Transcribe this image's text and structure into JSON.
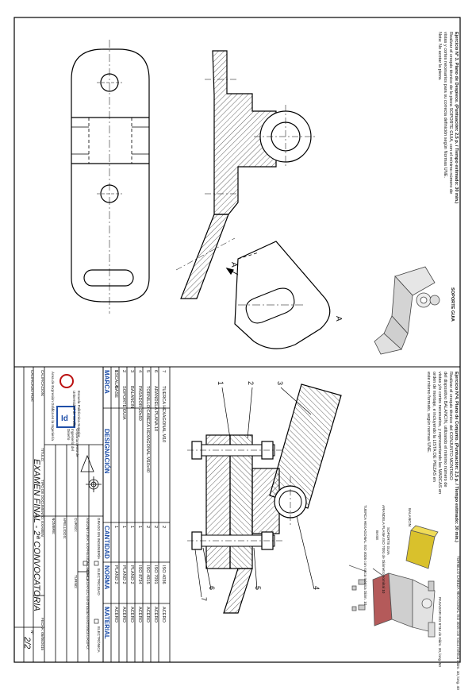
{
  "exercise3": {
    "title": "Ejercicio Nº 3. Plano de Despiece. (Puntuación: 2,5 p. / Tiempo estimado: 30 min.)",
    "body1": "Realizar el croquis técnico de la pieza SOPORTE GUIA, con el mínimo número de",
    "body2": "vistas y cortes necesarios para su correcta definición según Normas UNE.",
    "note": "Nota: No acotar la pieza.",
    "part_label": "SOPORTE GUIA",
    "view_label_a": "A",
    "view_label_b": "A"
  },
  "exercise4": {
    "title": "Ejercicio Nº4. Plano de Conjunto. (Puntuación: 2,5 p. / Tiempo estimado: 30 min.)",
    "lines": [
      "Realizar el croquis técnico del CONJUNTO MONTADO",
      "del dispositivo BALANCIN, utilizando el mínimo número de",
      "vistas y/o cortes necesarios, y representando las MARCAS en",
      "orden de montaje, e incluyendo la LISTA DE PIEZAS en",
      "este mismo formato, según normas UNE."
    ],
    "balloons": [
      "1",
      "2",
      "3",
      "4",
      "5",
      "6",
      "7"
    ],
    "exploded_labels": [
      "TORNILLO CABEZA HEXAGONAL ISO 4015 con rosca métrica Diám. 10, long. 40",
      "BALANCIN",
      "ARANDELA PLANA ISO 7091 de Diámetro nominal 10",
      "BASE",
      "SOPORTE GUIA",
      "TUERCA HEXAGONAL ISO 4036 con rosca métrica Diám. 10",
      "PASADOR ISO 8734 de Diám. 20, long. 50"
    ]
  },
  "parts_list": {
    "headers": [
      "MARCA",
      "DESIGNACIÓN",
      "CANTIDAD",
      "NORMA",
      "MATERIAL"
    ],
    "rows": [
      [
        "7",
        "TUERCA HEXAGONAL M10",
        "2",
        "ISO 4036",
        "ACERO"
      ],
      [
        "6",
        "ARANDELA PLANA 10",
        "2",
        "ISO 7091",
        "ACERO"
      ],
      [
        "5",
        "TORNILLO CABEZA HEXAGONAL M10x40",
        "2",
        "ISO 4015",
        "ACERO"
      ],
      [
        "4",
        "PASADOR 20x50",
        "1",
        "ISO 8734",
        "ACERO"
      ],
      [
        "3",
        "BALANCIN",
        "1",
        "PLANO 2",
        "ACERO"
      ],
      [
        "2",
        "SOPORTE GUIA",
        "1",
        "PLANO 2",
        "ACERO"
      ],
      [
        "1",
        "BASE",
        "1",
        "PLANO 2",
        "ACERO"
      ]
    ]
  },
  "title_block": {
    "scale_label": "ESCALA:",
    "school": "Escuela Politécnica Superior",
    "university": "Universidad de Sevilla",
    "area": "Área de Expresión Gráfica en la Ingeniería",
    "department": "Departamento de Ingeniería del Diseño",
    "grado": "GRADO EN INGENIERÍA",
    "opt1": "ELECTRICIDAD",
    "opt2": "ELECTRÓNICA",
    "opt3": "DOBLE GRADO Electricidad-Electrónica",
    "asignatura": "ASIGNATURA: EXPRESIÓN GRÁFICA",
    "curso": "CURSO:",
    "turno": "TURNO:",
    "grupo": "GRUPO:",
    "apellidos": "APELLIDOS:",
    "nombre": "NOMBRE:",
    "titulo_label": "TÍTULO:",
    "tipo": "TIPO DE DOCUMENTO: EXAMEN",
    "titulo": "EXAMEN FINAL - 2ª CONVOCATORIA",
    "fecha": "FECHA: 06/06/2015",
    "num_label": "Nº",
    "num": "2/2",
    "calificacion": "CALIFICACIÓN:",
    "calificado_por": "CALIFICADO POR:"
  }
}
